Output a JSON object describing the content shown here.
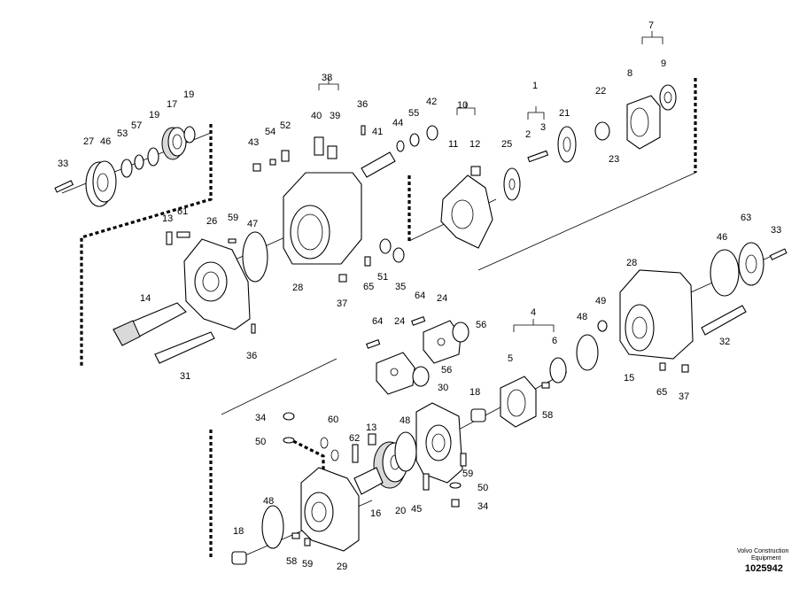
{
  "figure": {
    "type": "exploded-parts-diagram",
    "caption_company": "Volvo Construction",
    "caption_company_2": "Equipment",
    "caption_number": "1025942"
  },
  "part_numbers": {
    "p1": "1",
    "p2": "2",
    "p3": "3",
    "p4": "4",
    "p5": "5",
    "p6": "6",
    "p7": "7",
    "p8": "8",
    "p9": "9",
    "p10": "10",
    "p11": "11",
    "p12": "12",
    "p13": "13",
    "p14": "14",
    "p15": "15",
    "p16": "16",
    "p17": "17",
    "p18": "18",
    "p19": "19",
    "p20": "20",
    "p21": "21",
    "p22": "22",
    "p23": "23",
    "p24": "24",
    "p25": "25",
    "p26": "26",
    "p27": "27",
    "p28": "28",
    "p29": "29",
    "p30": "30",
    "p31": "31",
    "p32": "32",
    "p33": "33",
    "p34": "34",
    "p35": "35",
    "p36": "36",
    "p37": "37",
    "p38": "38",
    "p39": "39",
    "p40": "40",
    "p41": "41",
    "p42": "42",
    "p43": "43",
    "p44": "44",
    "p45": "45",
    "p46": "46",
    "p47": "47",
    "p48": "48",
    "p49": "49",
    "p50": "50",
    "p51": "51",
    "p52": "52",
    "p53": "53",
    "p54": "54",
    "p55": "55",
    "p56": "56",
    "p57": "57",
    "p58": "58",
    "p59": "59",
    "p60": "60",
    "p61": "61",
    "p62": "62",
    "p63": "63",
    "p64": "64",
    "p65": "65"
  }
}
